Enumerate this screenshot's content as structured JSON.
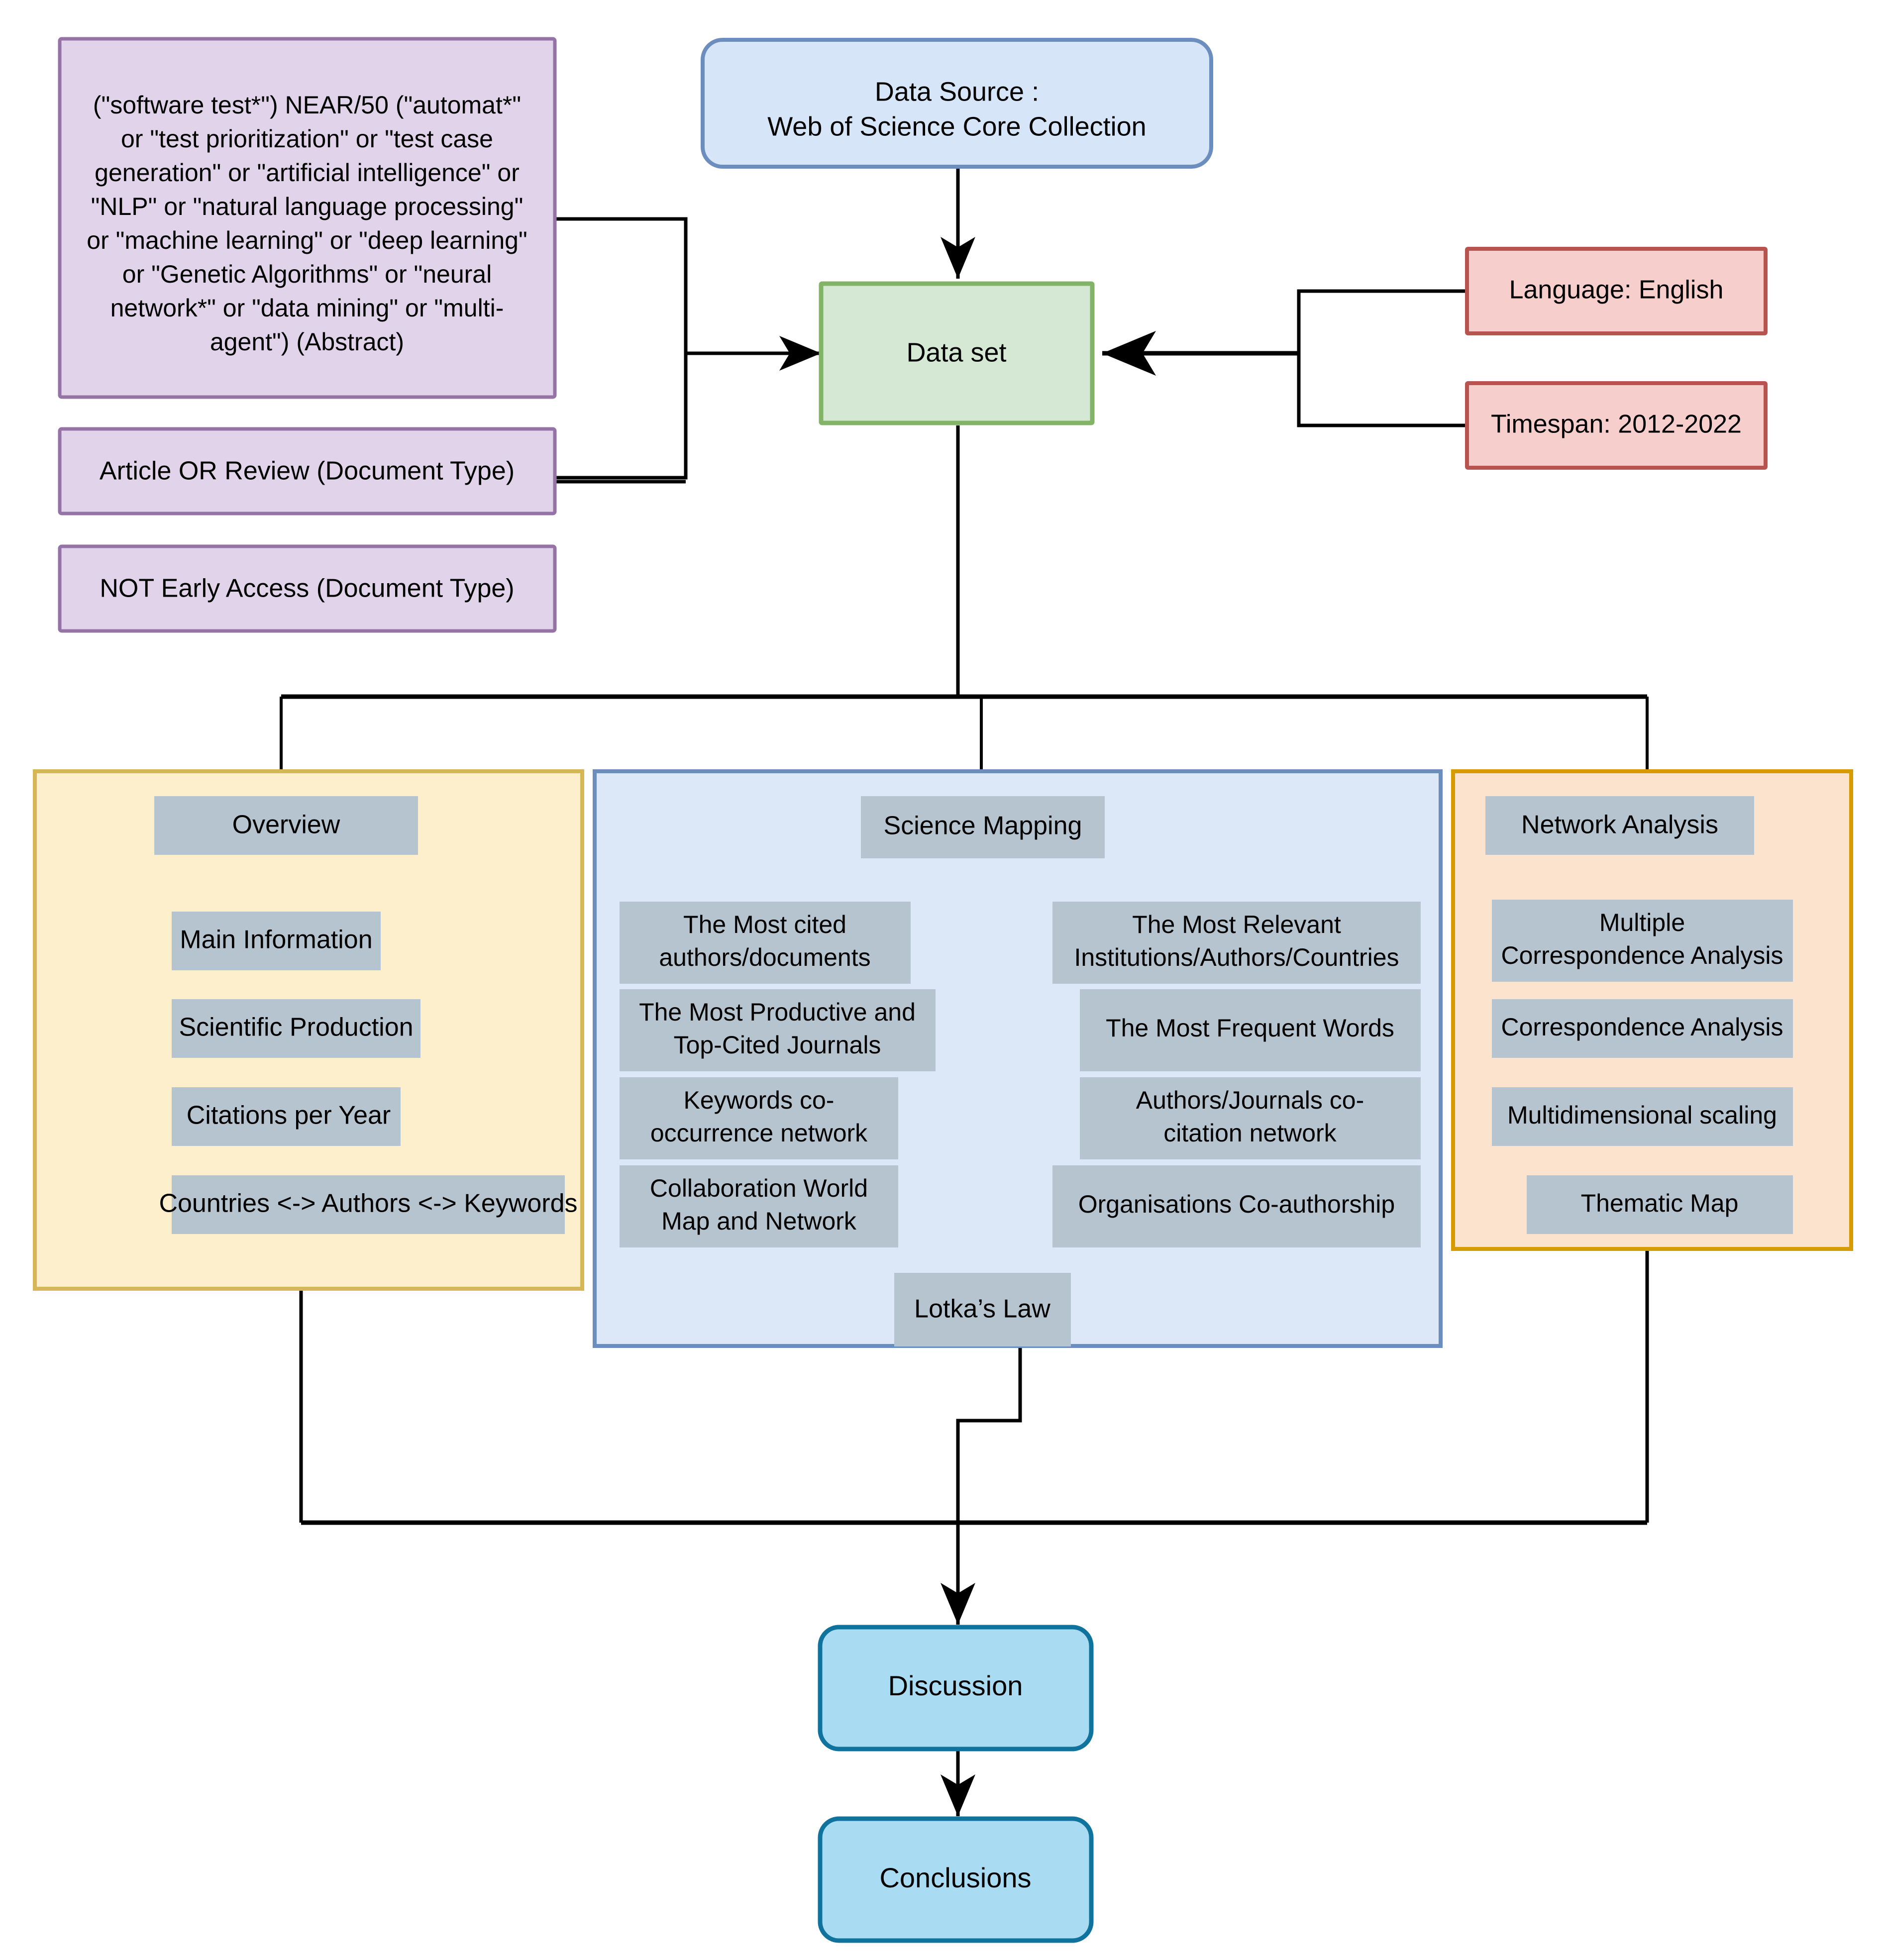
{
  "diagram": {
    "title": "Bibliometric analysis research workflow",
    "colors": {
      "purple_fill": "#e1d4ea",
      "purple_stroke": "#9673a6",
      "blue_round_fill": "#d6e5f8",
      "blue_round_stroke": "#6c8ebf",
      "green_fill": "#d5e8d4",
      "green_stroke": "#82b366",
      "red_fill": "#f6cecc",
      "red_stroke": "#b85450",
      "panel_yellow_fill": "#fdefcb",
      "panel_yellow_stroke": "#d6b656",
      "panel_blue_fill": "#dce7f8",
      "panel_blue_stroke": "#6c8ebf",
      "panel_orange_fill": "#fce3cd",
      "panel_orange_stroke": "#d79b00",
      "gray_box_fill": "#b6c4d0",
      "cyan_fill": "#a9dcf2",
      "cyan_stroke": "#10739e",
      "connector": "#000000"
    },
    "search_query": {
      "lines": [
        "(\"software test*\") NEAR/50 (\"automat*\"",
        "or \"test prioritization\" or \"test case",
        "generation\" or \"artificial intelligence\" or",
        "\"NLP\" or \"natural language processing\"",
        "or \"machine learning\" or \"deep learning\"",
        "or \"Genetic Algorithms\" or \"neural",
        "network*\" or \"data mining\" or \"multi-",
        "agent\") (Abstract)"
      ]
    },
    "filters": [
      {
        "label": "Article OR Review (Document Type)"
      },
      {
        "label": "NOT Early Access (Document Type)"
      }
    ],
    "data_source": {
      "lines": [
        "Data Source :",
        "Web of Science Core Collection"
      ]
    },
    "dataset": {
      "label": "Data set"
    },
    "constraints": [
      {
        "label": "Language: English"
      },
      {
        "label": "Timespan: 2012-2022"
      }
    ],
    "panels": {
      "overview": {
        "header": "Overview",
        "items": [
          {
            "label": "Main Information"
          },
          {
            "label": "Scientific Production"
          },
          {
            "label": "Citations per Year"
          },
          {
            "label": "Countries <-> Authors <-> Keywords"
          }
        ]
      },
      "science_mapping": {
        "header": "Science Mapping",
        "pairs": [
          {
            "left": [
              "The Most cited",
              "authors/documents"
            ],
            "right": [
              "The Most Relevant",
              "Institutions/Authors/Countries"
            ]
          },
          {
            "left": [
              "The Most Productive and",
              "Top-Cited Journals"
            ],
            "right": [
              "The Most Frequent Words"
            ]
          },
          {
            "left": [
              "Keywords co-",
              "occurrence network"
            ],
            "right": [
              "Authors/Journals co-",
              "citation network"
            ]
          },
          {
            "left": [
              "Collaboration World",
              "Map and Network"
            ],
            "right": [
              "Organisations Co-authorship"
            ]
          }
        ],
        "footer": "Lotka’s Law"
      },
      "network_analysis": {
        "header": "Network Analysis",
        "items": [
          {
            "lines": [
              "Multiple",
              "Correspondence Analysis"
            ]
          },
          {
            "lines": [
              "Correspondence Analysis"
            ]
          },
          {
            "lines": [
              "Multidimensional scaling"
            ]
          },
          {
            "lines": [
              "Thematic Map"
            ]
          }
        ]
      }
    },
    "outcomes": [
      {
        "label": "Discussion"
      },
      {
        "label": "Conclusions"
      }
    ]
  }
}
